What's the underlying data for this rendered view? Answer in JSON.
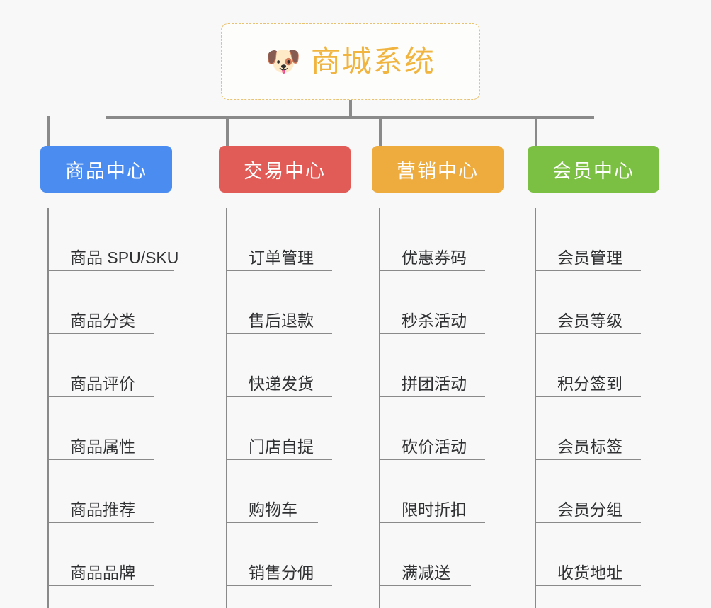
{
  "diagram": {
    "type": "mind-map",
    "background_color": "#f8f8f8",
    "root": {
      "title": "商城系统",
      "emoji": "🐶",
      "emoji_name": "shiba-dog-face",
      "text_color": "#f0b43f",
      "border_color": "#e8c271",
      "border_style": "dashed"
    },
    "columns": [
      {
        "id": "product-center",
        "label": "商品中心",
        "color": "#4a8cf0",
        "items": [
          "商品 SPU/SKU",
          "商品分类",
          "商品评价",
          "商品属性",
          "商品推荐",
          "商品品牌"
        ]
      },
      {
        "id": "trade-center",
        "label": "交易中心",
        "color": "#e15b57",
        "items": [
          "订单管理",
          "售后退款",
          "快递发货",
          "门店自提",
          "购物车",
          "销售分佣"
        ]
      },
      {
        "id": "marketing-center",
        "label": "营销中心",
        "color": "#eeab3e",
        "items": [
          "优惠券码",
          "秒杀活动",
          "拼团活动",
          "砍价活动",
          "限时折扣",
          "满减送"
        ]
      },
      {
        "id": "member-center",
        "label": "会员中心",
        "color": "#7bc042",
        "items": [
          "会员管理",
          "会员等级",
          "积分签到",
          "会员标签",
          "会员分组",
          "收货地址"
        ]
      }
    ]
  }
}
